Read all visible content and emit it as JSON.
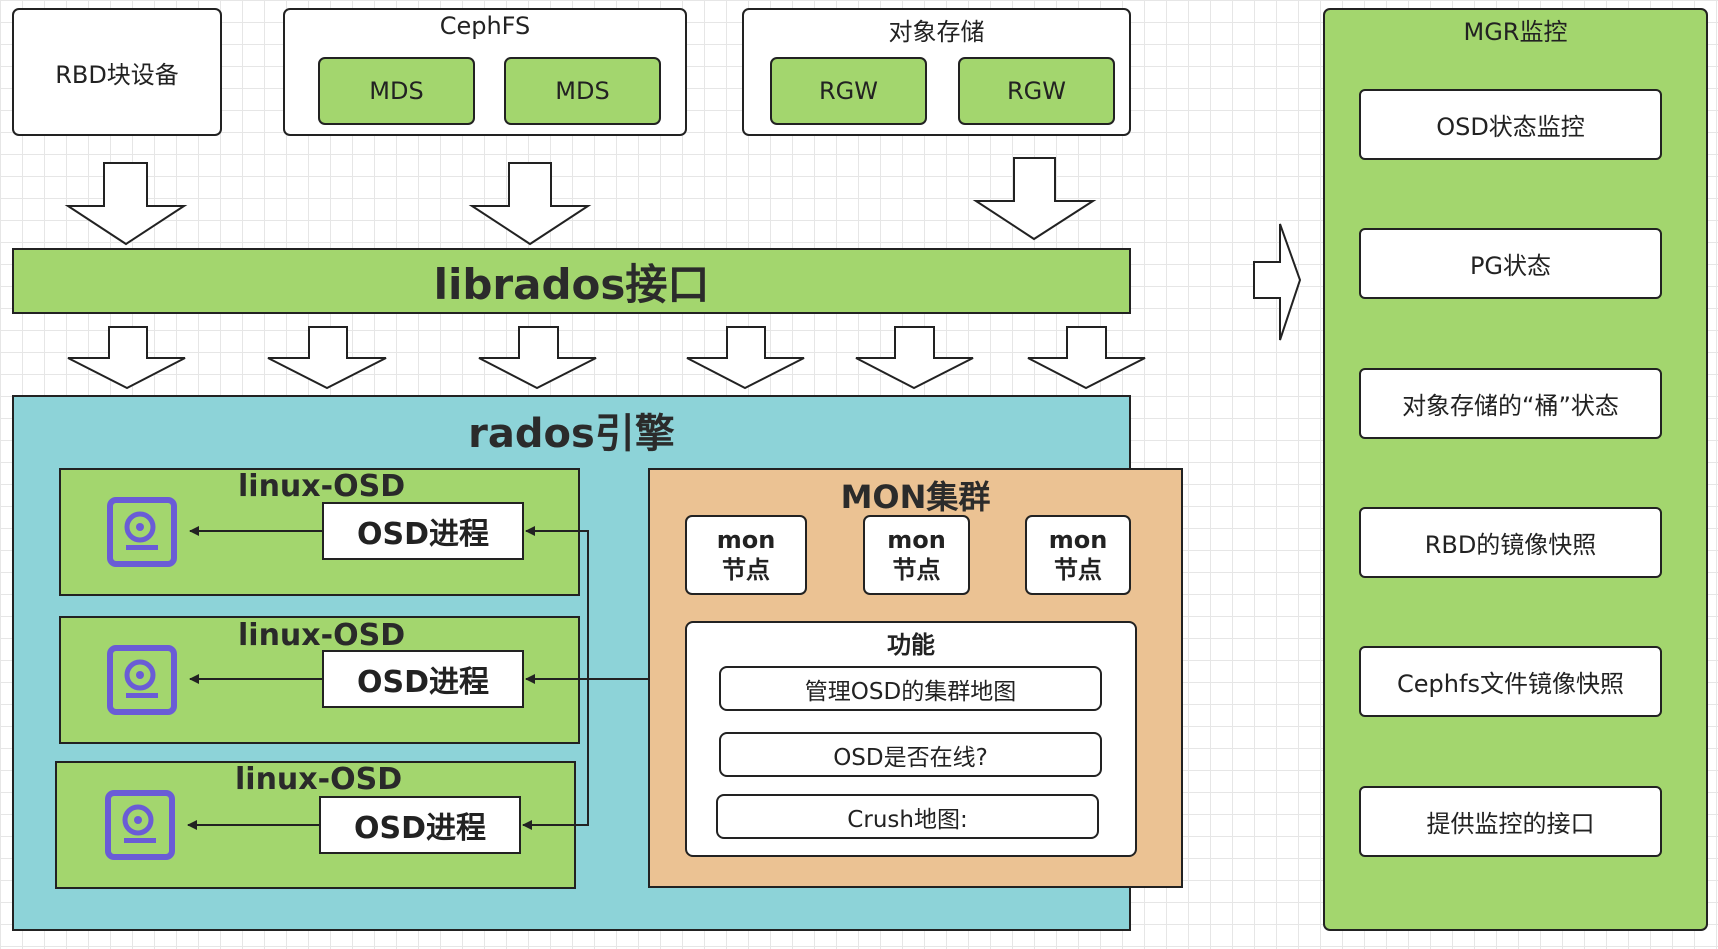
{
  "top": {
    "rbd": "RBD块设备",
    "cephfs": {
      "title": "CephFS",
      "items": [
        "MDS",
        "MDS"
      ]
    },
    "object_storage": {
      "title": "对象存储",
      "items": [
        "RGW",
        "RGW"
      ]
    }
  },
  "librados": "librados接口",
  "rados": {
    "title": "rados引擎",
    "osds": [
      {
        "title": "linux-OSD",
        "process": "OSD进程"
      },
      {
        "title": "linux-OSD",
        "process": "OSD进程"
      },
      {
        "title": "linux-OSD",
        "process": "OSD进程"
      }
    ],
    "mon": {
      "title": "MON集群",
      "nodes": [
        {
          "line1": "mon",
          "line2": "节点"
        },
        {
          "line1": "mon",
          "line2": "节点"
        },
        {
          "line1": "mon",
          "line2": "节点"
        }
      ],
      "functions": {
        "title": "功能",
        "items": [
          "管理OSD的集群地图",
          "OSD是否在线?",
          "Crush地图:"
        ]
      }
    }
  },
  "mgr": {
    "title": "MGR监控",
    "items": [
      "OSD状态监控",
      "PG状态",
      "对象存储的“桶”状态",
      "RBD的镜像快照",
      "Cephfs文件镜像快照",
      "提供监控的接口"
    ]
  },
  "colors": {
    "green": "#a3d66e",
    "cyan": "#8dd3d8",
    "tan": "#ebc293",
    "icon": "#6a5cd6"
  }
}
